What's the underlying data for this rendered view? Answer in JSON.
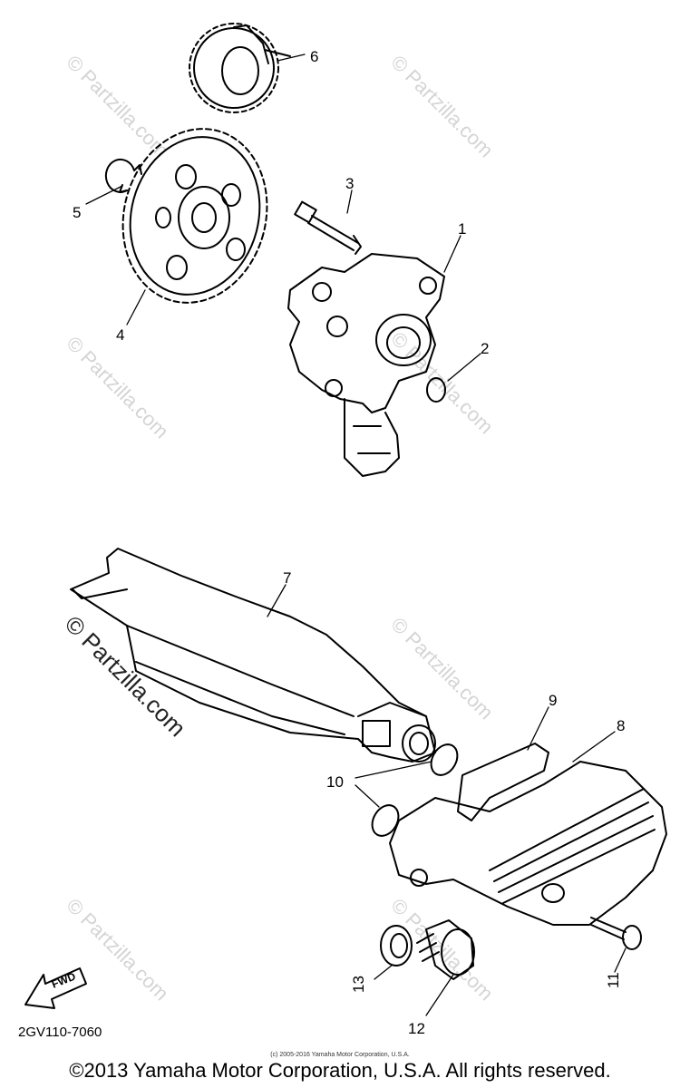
{
  "watermark": {
    "text": "© Partzilla.com",
    "prominent_text": "© Partzilla.com"
  },
  "callouts": [
    "1",
    "2",
    "3",
    "4",
    "5",
    "6",
    "7",
    "8",
    "9",
    "10",
    "11",
    "12",
    "13"
  ],
  "fwd_label": "FWD",
  "diagram_code": "2GV110-7060",
  "small_copyright": "(c) 2005-2016 Yamaha Motor Corporation, U.S.A.",
  "copyright": "©2013 Yamaha Motor Corporation, U.S.A. All rights reserved."
}
